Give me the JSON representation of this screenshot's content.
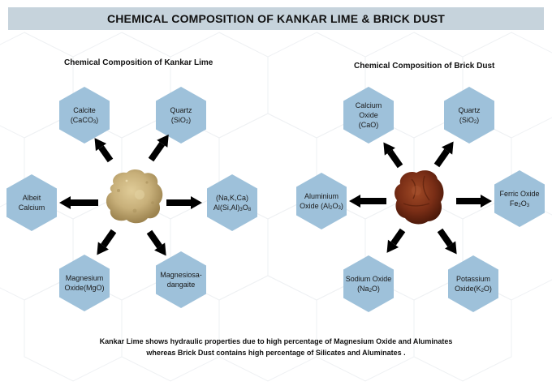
{
  "title": "CHEMICAL COMPOSITION OF  KANKAR LIME & BRICK DUST",
  "left_panel": {
    "subtitle": "Chemical Composition of Kankar Lime",
    "image": "kankar-lime-powder",
    "hexagons": [
      {
        "id": "calcite",
        "line1": "Calcite",
        "line2": "(CaCO",
        "sub": "3",
        "tail": ")"
      },
      {
        "id": "quartz",
        "line1": "Quartz",
        "line2": "(SiO",
        "sub": "2",
        "tail": ")"
      },
      {
        "id": "albeit",
        "line1": "Albeit",
        "line2": "Calcium"
      },
      {
        "id": "feldspar",
        "line1": "(Na,K,Ca)",
        "line2": "Al(Si,Al)",
        "sub": "3",
        "tail": "O",
        "sub2": "8"
      },
      {
        "id": "magnesium",
        "line1": "Magnesium",
        "line2": "Oxide(MgO)"
      },
      {
        "id": "magnesiosadangaite",
        "line1": "Magnesiosa-",
        "line2": "dangaite"
      }
    ]
  },
  "right_panel": {
    "subtitle": "Chemical Composition of Brick Dust",
    "image": "brick-dust-powder",
    "hexagons": [
      {
        "id": "calcium-oxide",
        "line1": "Calcium Oxide",
        "line2": "(CaO)"
      },
      {
        "id": "quartz",
        "line1": "Quartz",
        "line2": "(SiO",
        "sub": "2",
        "tail": ")"
      },
      {
        "id": "aluminium",
        "line1": "Aluminium",
        "line2": "Oxide (Al",
        "sub": "2",
        "tail": "O",
        "sub2": "3",
        "tail2": ")"
      },
      {
        "id": "ferric",
        "line1": "Ferric Oxide",
        "line2": "Fe",
        "sub": "2",
        "tail": "O",
        "sub2": "3"
      },
      {
        "id": "sodium",
        "line1": "Sodium Oxide",
        "line2": "(Na",
        "sub": "2",
        "tail": "O)"
      },
      {
        "id": "potassium",
        "line1": "Potassium",
        "line2": "Oxide(K",
        "sub": "2",
        "tail": "O)"
      }
    ]
  },
  "footer": {
    "line1": "Kankar Lime shows hydraulic properties due to high percentage of Magnesium Oxide and Aluminates",
    "line2": "whereas Brick Dust contains high percentage of Silicates and Aluminates ."
  },
  "colors": {
    "title_bar": "#c6d3dc",
    "hexagon": "#9ec1da",
    "arrow": "#000000",
    "kankar_lime": "#c8b07a",
    "brick_dust": "#7a2e16"
  }
}
